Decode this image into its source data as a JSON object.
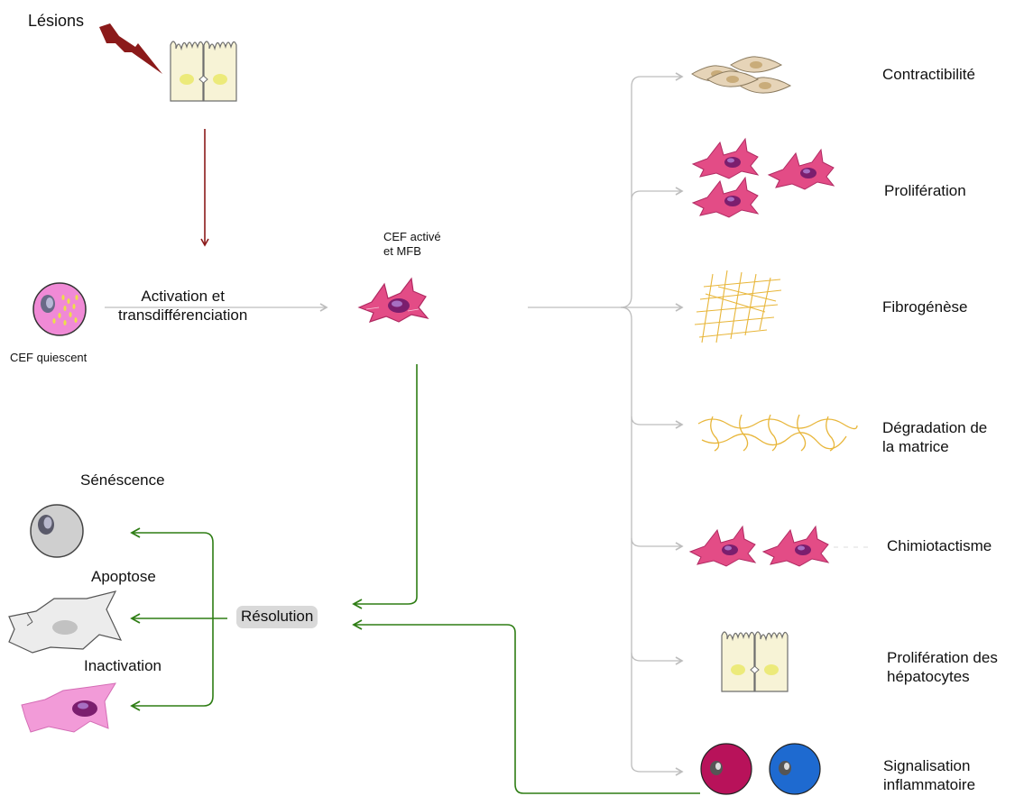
{
  "labels": {
    "lesions": "Lésions",
    "cef_quiescent": "CEF quiescent",
    "activation": "Activation et\ntransdifférenciation",
    "cef_active": "CEF activé\net MFB",
    "senescence": "Sénéscence",
    "apoptose": "Apoptose",
    "inactivation": "Inactivation",
    "resolution": "Résolution"
  },
  "outcomes": [
    "Contractibilité",
    "Prolifération",
    "Fibrogénèse",
    "Dégradation de\nla matrice",
    "Chimiotactisme",
    "Prolifération des\nhépatocytes",
    "Signalisation\ninflammatoire"
  ],
  "colors": {
    "lesion_arrow": "#8b1a1a",
    "resolution_arrows": "#2e7d14",
    "branch_arrows": "#bdbdbd",
    "activated_cell": "#e34c86",
    "quiescent_cell": "#f08ad6",
    "collagen": "#e8b63a",
    "hepatocyte": "#f7f3d6",
    "inflammatory_cell_1": "#b8125a",
    "inflammatory_cell_2": "#1e6ad0"
  },
  "icons": [
    "lesion-bolt-icon",
    "hepatocyte-icon",
    "quiescent-cell-icon",
    "activated-cell-icon",
    "senescent-cell-icon",
    "apoptotic-cell-icon",
    "inactivated-cell-icon",
    "contractile-cells-icon",
    "proliferating-cells-icon",
    "fibrogenesis-icon",
    "matrix-degradation-icon",
    "chemotaxis-cells-icon",
    "inflammatory-cells-icon"
  ]
}
